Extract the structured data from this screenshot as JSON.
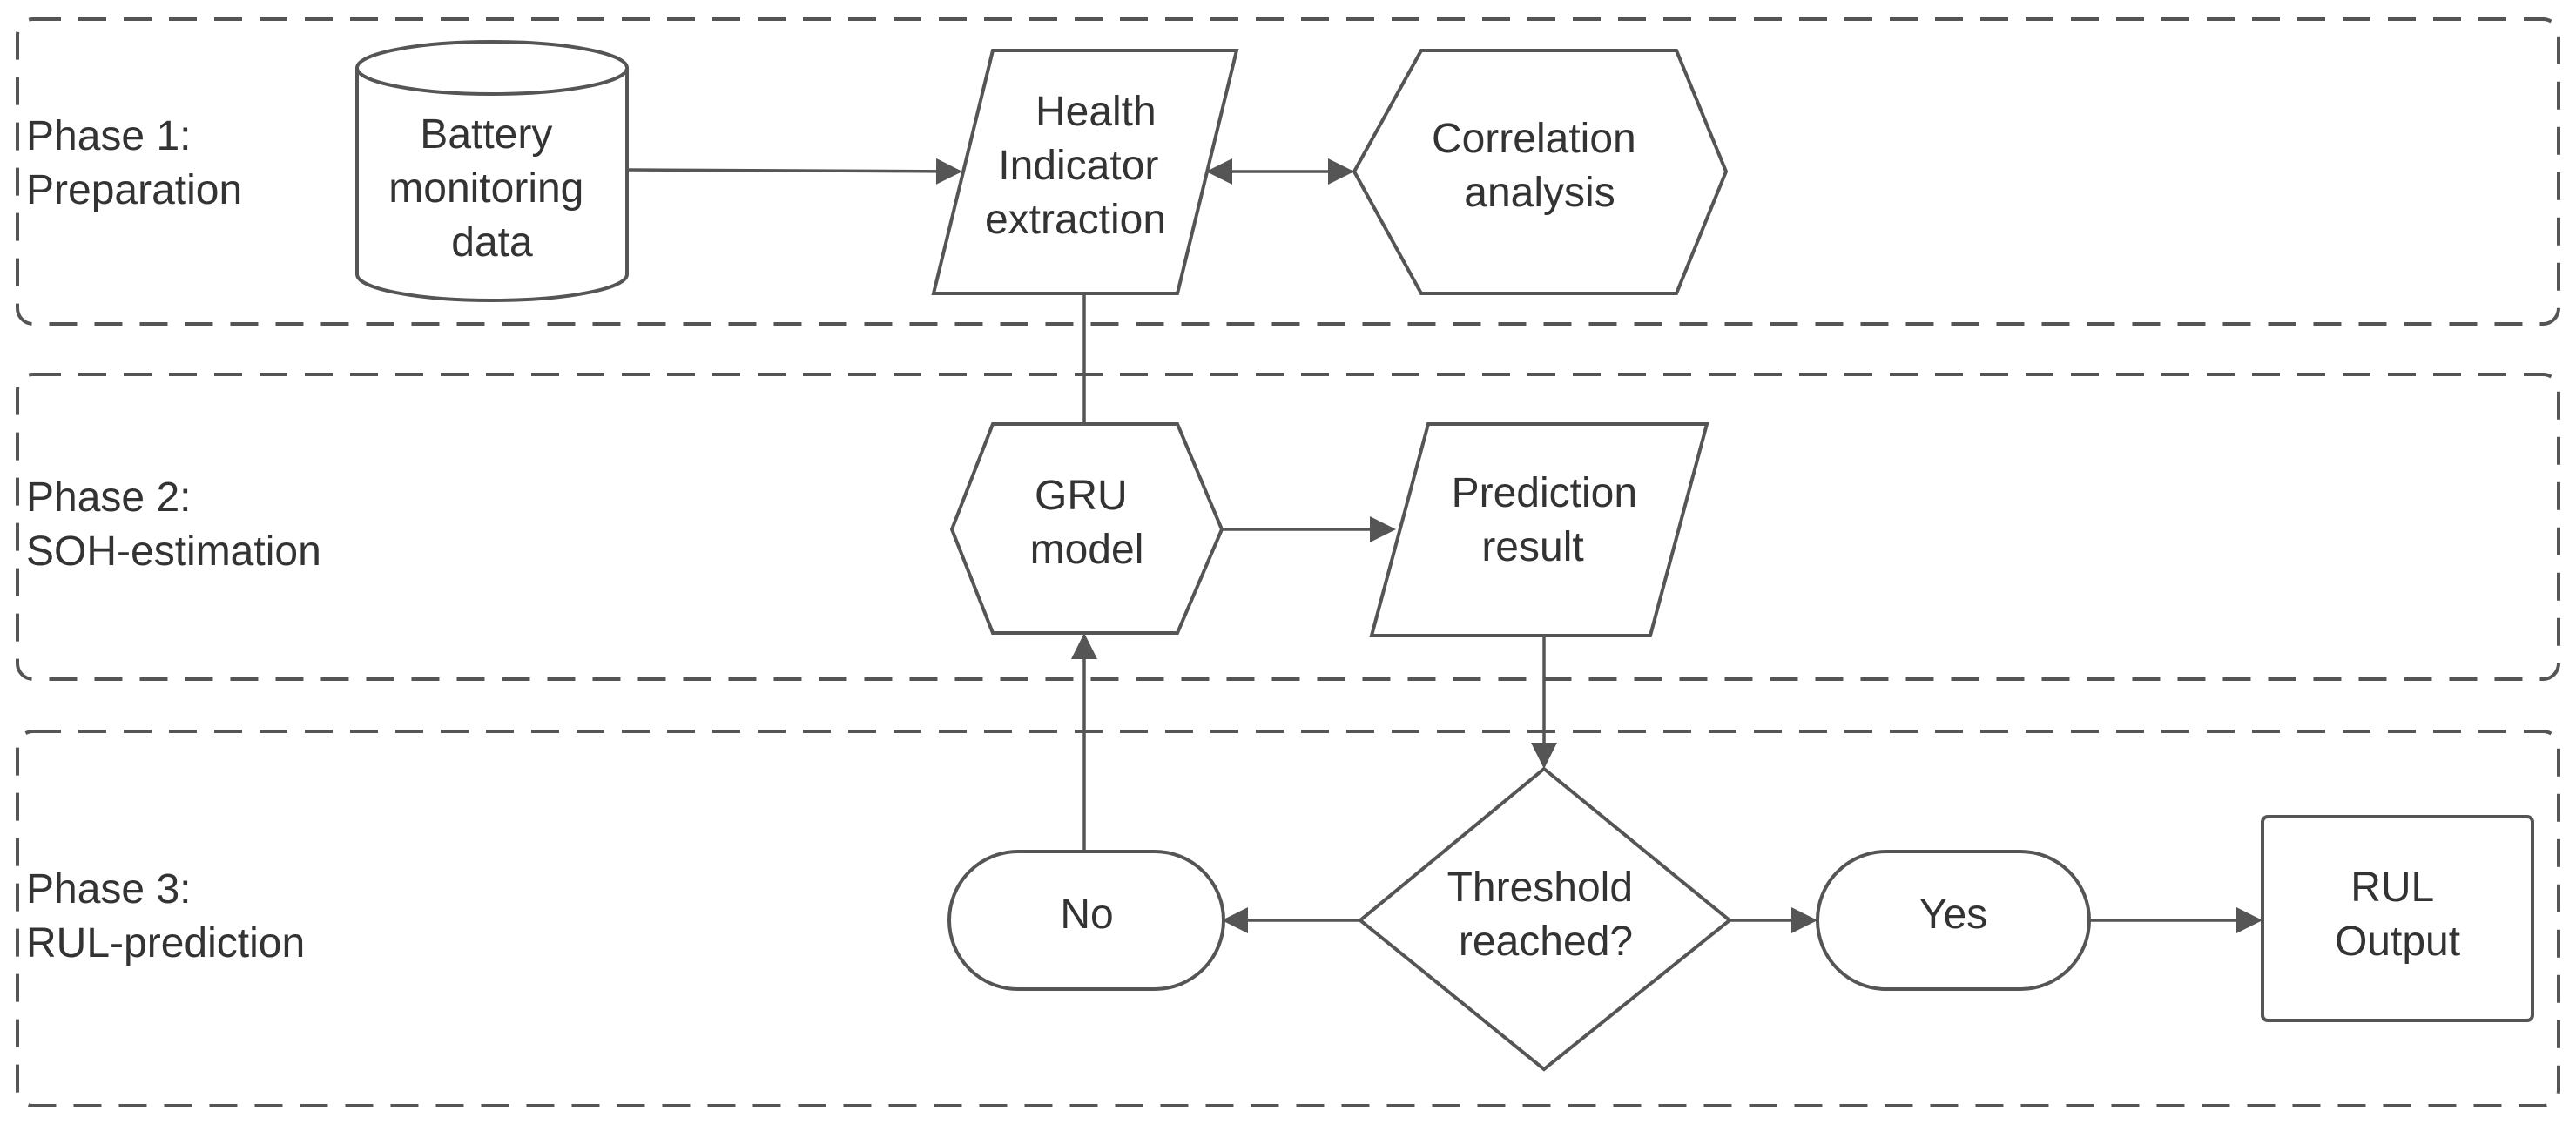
{
  "phases": [
    {
      "id": "phase1",
      "lines": [
        "Phase 1:",
        "Preparation"
      ]
    },
    {
      "id": "phase2",
      "lines": [
        "Phase 2:",
        "SOH-estimation"
      ]
    },
    {
      "id": "phase3",
      "lines": [
        "Phase 3:",
        "RUL-prediction"
      ]
    }
  ],
  "nodes": {
    "battery": {
      "lines": [
        "Battery",
        "monitoring",
        "data"
      ],
      "shape": "cylinder"
    },
    "health": {
      "lines": [
        "Health",
        "Indicator",
        "extraction"
      ],
      "shape": "parallelogram"
    },
    "correlation": {
      "lines": [
        "Correlation",
        "analysis"
      ],
      "shape": "hexagon"
    },
    "gru": {
      "lines": [
        "GRU",
        "model"
      ],
      "shape": "hexagon"
    },
    "prediction": {
      "lines": [
        "Prediction",
        "result"
      ],
      "shape": "parallelogram"
    },
    "threshold": {
      "lines": [
        "Threshold",
        "reached?"
      ],
      "shape": "diamond"
    },
    "no": {
      "lines": [
        "No"
      ],
      "shape": "terminator"
    },
    "yes": {
      "lines": [
        "Yes"
      ],
      "shape": "terminator"
    },
    "rul": {
      "lines": [
        "RUL",
        "Output"
      ],
      "shape": "rectangle"
    }
  },
  "edges": [
    {
      "from": "battery",
      "to": "health"
    },
    {
      "from": "health",
      "to": "correlation",
      "bidirectional": true
    },
    {
      "from": "health",
      "to": "gru"
    },
    {
      "from": "gru",
      "to": "prediction"
    },
    {
      "from": "prediction",
      "to": "threshold"
    },
    {
      "from": "threshold",
      "to": "no"
    },
    {
      "from": "threshold",
      "to": "yes"
    },
    {
      "from": "no",
      "to": "gru"
    },
    {
      "from": "yes",
      "to": "rul"
    }
  ]
}
